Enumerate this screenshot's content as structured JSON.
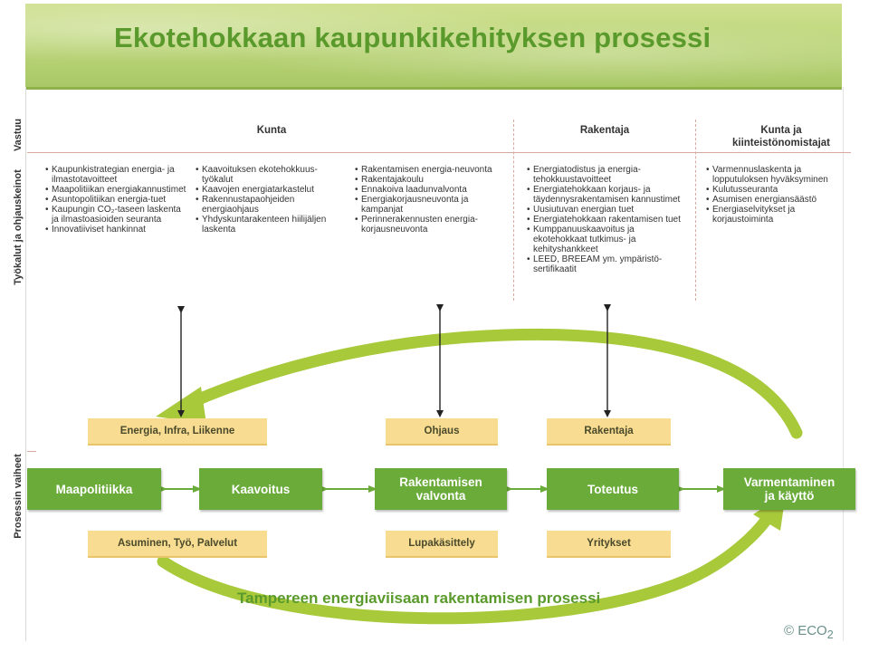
{
  "title": "Ekotehokkaan kaupunkikehityksen prosessi",
  "side_labels": {
    "vastuu": "Vastuu",
    "tools": "Työkalut ja ohjauskeinot",
    "phases": "Prosessin vaiheet"
  },
  "responsibility": {
    "kunta": "Kunta",
    "rakentaja": "Rakentaja",
    "kunta_owners_line1": "Kunta ja",
    "kunta_owners_line2": "kiinteistönomistajat"
  },
  "tools": {
    "col1": [
      "Kaupunkistrategian energia- ja ilmastotavoitteet",
      "Maapolitiikan energiakannustimet",
      "Asuntopolitiikan energia-tuet",
      "Kaupungin CO₂-taseen laskenta ja ilmastoasioiden seuranta",
      "Innovatiiviset hankinnat"
    ],
    "col2": [
      "Kaavoituksen ekotehokkuus-työkalut",
      "Kaavojen energiatarkastelut",
      "Rakennustapaohjeiden energiaohjaus",
      "Yhdyskuntarakenteen hiilijäljen laskenta"
    ],
    "col3": [
      "Rakentamisen energia-neuvonta",
      "Rakentajakoulu",
      "Ennakoiva laadunvalvonta",
      "Energiakorjausneuvonta ja kampanjat",
      "Perinnerakennusten energia-korjausneuvonta"
    ],
    "col4": [
      "Energiatodistus ja energia-tehokkuustavoitteet",
      "Energiatehokkaan korjaus- ja täydennysrakentamisen kannustimet",
      "Uusiutuvan energian tuet",
      "Energiatehokkaan rakentamisen tuet",
      "Kumppanuuskaavoitus ja ekotehokkaat tutkimus- ja kehityshankkeet",
      "LEED, BREEAM ym. ympäristö-sertifikaatit"
    ],
    "col5": [
      "Varmennuslaskenta ja lopputuloksen hyväksyminen",
      "Kulutusseuranta",
      "Asumisen energiansäästö",
      "Energiaselvitykset ja korjaustoiminta"
    ]
  },
  "top_boxes": {
    "energia": "Energia, Infra, Liikenne",
    "ohjaus": "Ohjaus",
    "rakentaja": "Rakentaja"
  },
  "phases": {
    "maapolitiikka": "Maapolitiikka",
    "kaavoitus": "Kaavoitus",
    "rakentamisen_l1": "Rakentamisen",
    "rakentamisen_l2": "valvonta",
    "toteutus": "Toteutus",
    "varmentaminen_l1": "Varmentaminen",
    "varmentaminen_l2": "ja käyttö"
  },
  "bottom_boxes": {
    "asuminen": "Asuminen, Työ, Palvelut",
    "lupa": "Lupakäsittely",
    "yritykset": "Yritykset"
  },
  "caption": "Tampereen energiaviisaan rakentamisen prosessi",
  "copyright": "© ECO",
  "copyright_sub": "2",
  "colors": {
    "green_box": "#6aab3a",
    "yellow_box": "#f8dc92",
    "arrow_green": "#a8c93a",
    "title_green": "#5a9a2c"
  }
}
